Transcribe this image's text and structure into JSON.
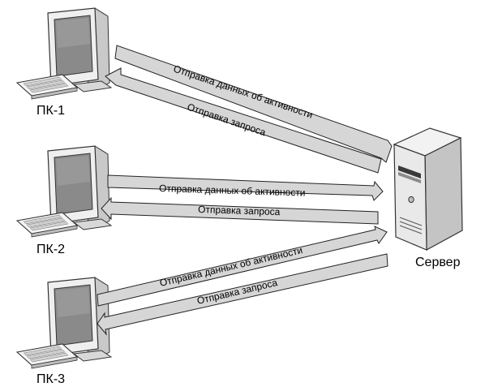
{
  "diagram": {
    "pcs": [
      {
        "label": "ПК-1"
      },
      {
        "label": "ПК-2"
      },
      {
        "label": "ПК-3"
      }
    ],
    "server": {
      "label": "Сервер"
    },
    "arrows": [
      {
        "label": "Отправка данных об активности",
        "from": "ПК-1",
        "to": "Сервер"
      },
      {
        "label": "Отправка запроса",
        "from": "Сервер",
        "to": "ПК-1"
      },
      {
        "label": "Отправка данных об активности",
        "from": "ПК-2",
        "to": "Сервер"
      },
      {
        "label": "Отправка запроса",
        "from": "Сервер",
        "to": "ПК-2"
      },
      {
        "label": "Отправка данных об активности",
        "from": "ПК-3",
        "to": "Сервер"
      },
      {
        "label": "Отправка запроса",
        "from": "Сервер",
        "to": "ПК-3"
      }
    ]
  }
}
